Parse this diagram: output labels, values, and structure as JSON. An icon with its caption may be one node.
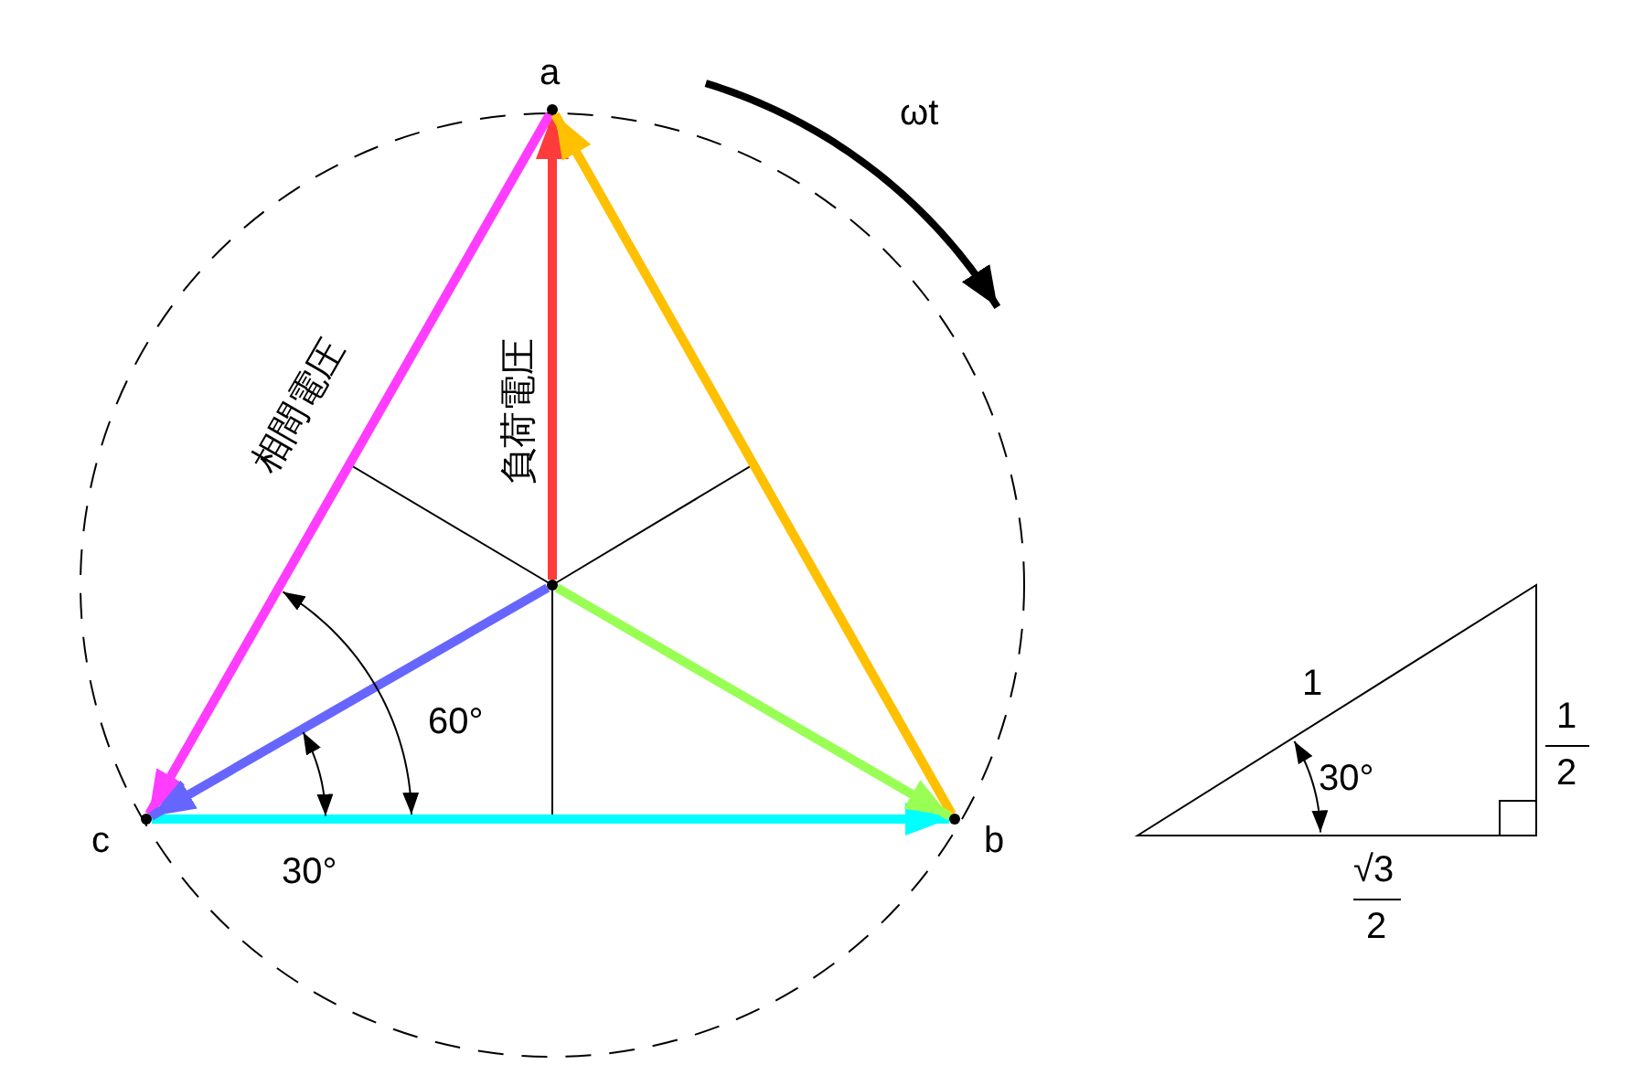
{
  "diagram": {
    "nodes": [
      {
        "text": [],
        "shape": "point",
        "beside": [
          "a"
        ]
      },
      {
        "text": [],
        "shape": "point",
        "beside": [
          "b"
        ]
      },
      {
        "text": [],
        "shape": "point",
        "beside": [
          "c"
        ]
      },
      {
        "text": [],
        "shape": "point"
      }
    ],
    "edges": [
      {
        "from": 3,
        "to": 0,
        "arrow": "to",
        "label": "負荷電圧",
        "color": "#ff3b3b"
      },
      {
        "from": 0,
        "to": 2,
        "arrow": "to",
        "label": "相間電圧",
        "color": "#ff3cff"
      },
      {
        "from": 1,
        "to": 0,
        "arrow": "to",
        "color": "#ffc000"
      },
      {
        "from": 2,
        "to": 1,
        "arrow": "to",
        "color": "#00ffff"
      },
      {
        "from": 3,
        "to": 2,
        "arrow": "to",
        "color": "#6666ff"
      },
      {
        "from": 3,
        "to": 1,
        "arrow": "to",
        "color": "#99ff55"
      }
    ],
    "labels": [
      "ωt",
      "60°",
      "30°",
      "1",
      "30°",
      "1",
      "2",
      "√3",
      "2"
    ]
  }
}
